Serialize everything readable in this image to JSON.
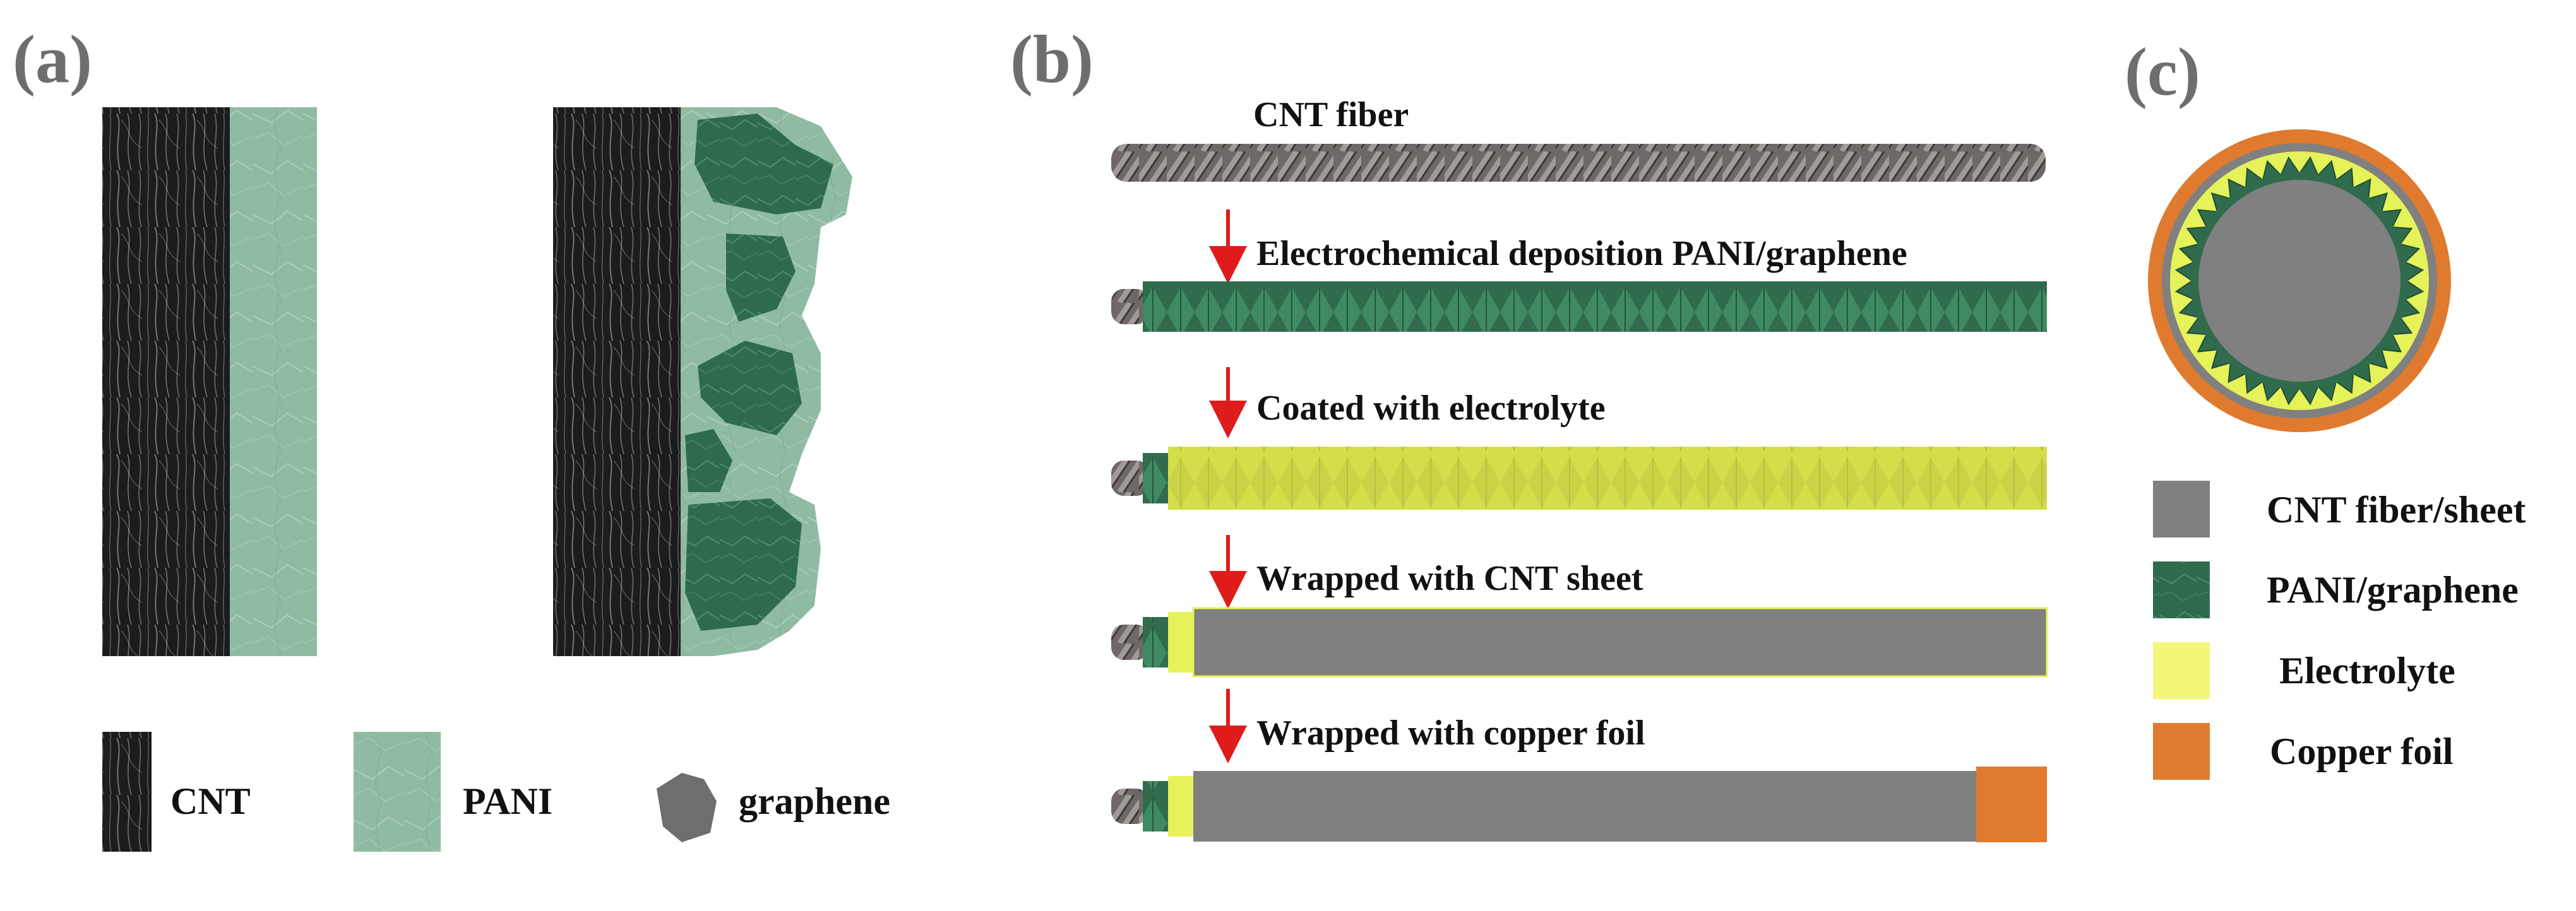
{
  "panels": {
    "a": {
      "label": "(a)",
      "legend": {
        "cnt": "CNT",
        "pani": "PANI",
        "graphene": "graphene"
      }
    },
    "b": {
      "label": "(b)",
      "steps": [
        "CNT fiber",
        "Electrochemical deposition PANI/graphene",
        "Coated with electrolyte",
        "Wrapped with CNT sheet",
        "Wrapped with copper foil"
      ]
    },
    "c": {
      "label": "(c)",
      "legend": {
        "cnt_fiber_sheet": "CNT fiber/sheet",
        "pani_graphene": "PANI/graphene",
        "electrolyte": "Electrolyte",
        "copper_foil": "Copper foil"
      }
    }
  },
  "colors": {
    "cnt_gray": "#808080",
    "pani_green": "#8db8a0",
    "graphene_green": "#2f6f4f",
    "electrolyte_yellow": "#e6f25a",
    "copper_orange": "#e07a2f",
    "arrow_red": "#e01b1b",
    "cnt_dark": "#1a1a1a"
  }
}
